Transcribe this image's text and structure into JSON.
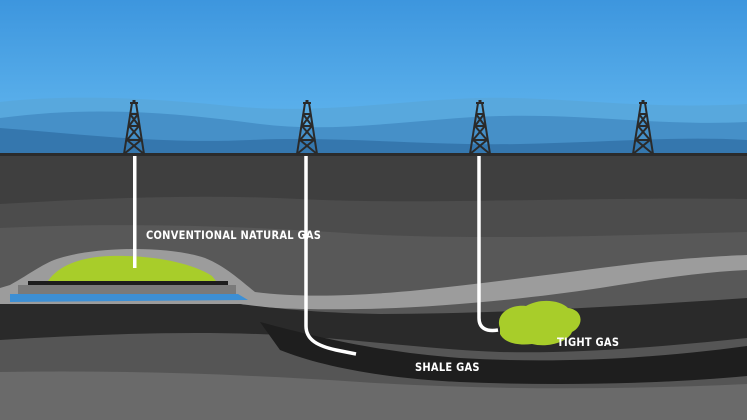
{
  "diagram": {
    "labels": {
      "conventional": "CONVENTIONAL NATURAL GAS",
      "shale": "SHALE GAS",
      "tight": "TIGHT GAS"
    },
    "colors": {
      "sky_top": "#3d96de",
      "sky_bottom": "#63b8ef",
      "hill_back": "#4f9fd6",
      "hill_mid": "#3f88c2",
      "hill_front": "#2f6fa6",
      "surface": "#404040",
      "rock_band": "#505050",
      "gas_green": "#a8cd2a",
      "water_blue": "#3d8fd4",
      "shale_black": "#1f1f1f",
      "cap_rock": "#9a9a9a",
      "well_pipe": "#ffffff"
    }
  }
}
